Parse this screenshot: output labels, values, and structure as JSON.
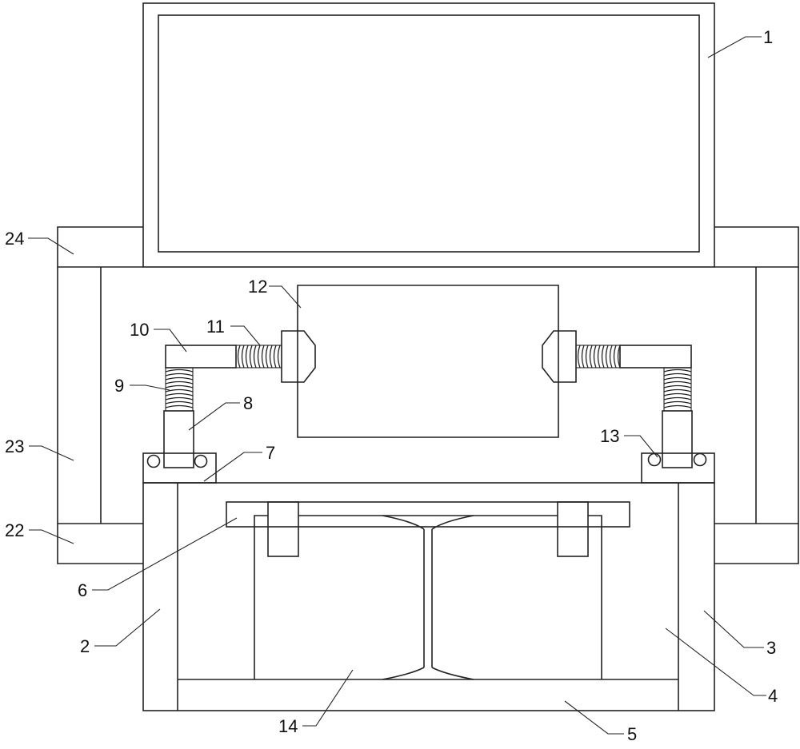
{
  "diagram": {
    "labels": {
      "l1": "1",
      "l2": "2",
      "l3": "3",
      "l4": "4",
      "l5": "5",
      "l6": "6",
      "l7": "7",
      "l8": "8",
      "l9": "9",
      "l10": "10",
      "l11": "11",
      "l12": "12",
      "l13": "13",
      "l14": "14",
      "l22": "22",
      "l23": "23",
      "l24": "24"
    }
  }
}
